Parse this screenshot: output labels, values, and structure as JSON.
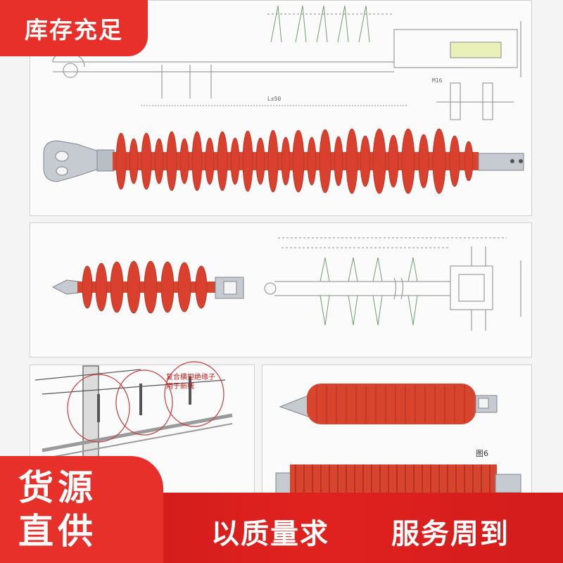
{
  "badge": {
    "text": "库存充足"
  },
  "corner": {
    "line1": "货源",
    "line2": "直供"
  },
  "banner": {
    "slogan1": "以质量求",
    "slogan2": "服务周到"
  },
  "diagram": {
    "label_line1": "复合横担绝缘子",
    "label_line2": "用于新线",
    "figure_label": "图6",
    "dim_length": "L±50",
    "dim_m16": "M16"
  },
  "colors": {
    "brand_red": "#e8302b",
    "insulator_red": "#d9402e",
    "metal": "#b9c0c7"
  }
}
